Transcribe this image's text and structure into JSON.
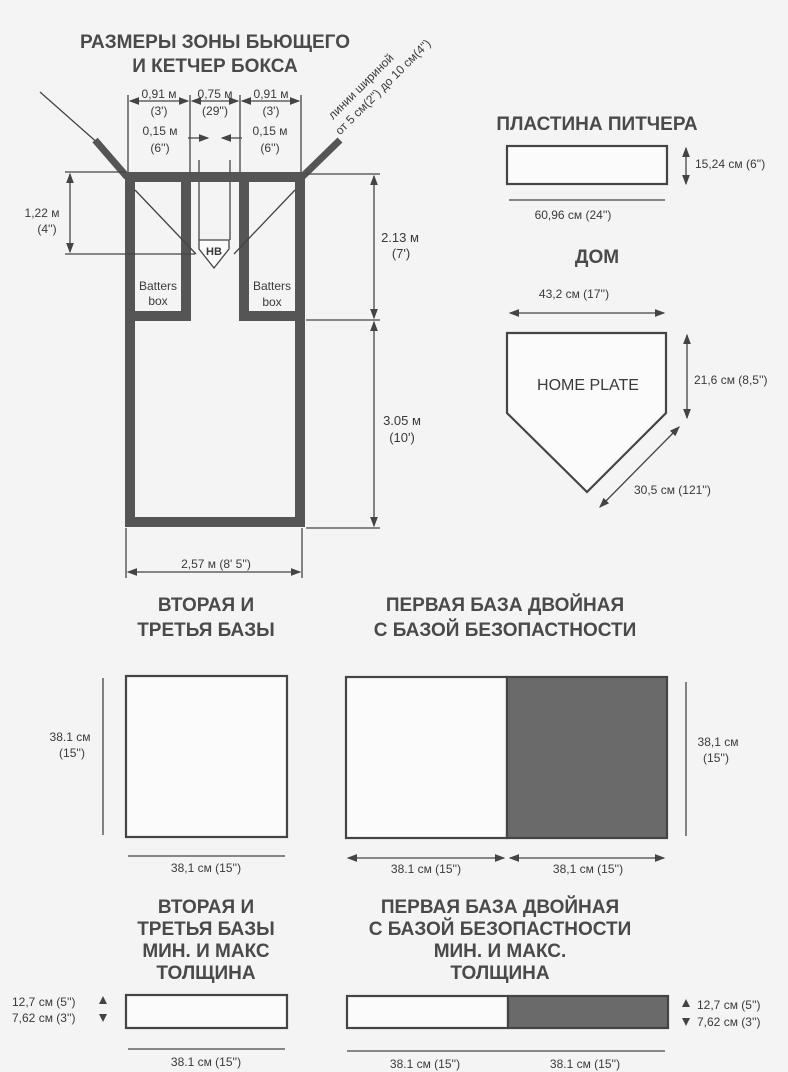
{
  "batter_catcher_box": {
    "title_line1": "РАЗМЕРЫ ЗОНЫ  БЬЮЩЕГО",
    "title_line2": "И  КЕТЧЕР БОКСА",
    "dim_top_left": "0,91 м",
    "dim_top_left_imp": "(3')",
    "dim_top_mid": "0,75 м",
    "dim_top_mid_imp": "(29'')",
    "dim_top_right": "0,91 м",
    "dim_top_right_imp": "(3')",
    "gap_left": "0,15 м",
    "gap_left_imp": "(6'')",
    "gap_right": "0,15 м",
    "gap_right_imp": "(6'')",
    "line_note_1": "линии шириной",
    "line_note_2": "от 5 см(2'') до 10 см(4'')",
    "dim_left": "1,22 м",
    "dim_left_imp": "(4'')",
    "dim_right_upper": "2.13 м",
    "dim_right_upper_imp": "(7')",
    "dim_right_lower": "3.05 м",
    "dim_right_lower_imp": "(10')",
    "dim_bottom": "2,57 м (8' 5'')",
    "home_base_label": "HB",
    "batters_box_left_1": "Batters",
    "batters_box_left_2": "box",
    "batters_box_right_1": "Batters",
    "batters_box_right_2": "box"
  },
  "pitcher_plate": {
    "title": "ПЛАСТИНА  ПИТЧЕРА",
    "height": "15,24 см (6'')",
    "width": "60,96 см (24'')"
  },
  "home_plate": {
    "title": "ДОМ",
    "width": "43,2 см (17'')",
    "label": "HOME PLATE",
    "side": "21,6 см (8,5'')",
    "diagonal": "30,5 см (121'')"
  },
  "second_third_bases": {
    "title_line1": "ВТОРАЯ И",
    "title_line2": "ТРЕТЬЯ БАЗЫ",
    "height_1": "38.1 см",
    "height_2": "(15'')",
    "width": "38,1 см (15'')"
  },
  "first_base_double": {
    "title_line1": "ПЕРВАЯ БАЗА ДВОЙНАЯ",
    "title_line2": "С БАЗОЙ БЕЗОПАСТНОСТИ",
    "height_1": "38,1 см",
    "height_2": "(15'')",
    "width_left": "38.1 см (15'')",
    "width_right": "38,1 см (15'')",
    "safety_color": "#6a6a6a"
  },
  "second_third_thickness": {
    "title_line1": "ВТОРАЯ И",
    "title_line2": "ТРЕТЬЯ БАЗЫ",
    "title_line3": "МИН. И МАКС",
    "title_line4": "ТОЛЩИНА",
    "max": "12,7 см (5'')",
    "min": "7,62 см (3'')",
    "width": "38.1 см (15'')"
  },
  "first_base_thickness": {
    "title_line1": "ПЕРВАЯ БАЗА ДВОЙНАЯ",
    "title_line2": "С БАЗОЙ БЕЗОПАСТНОСТИ",
    "title_line3": "МИН. И МАКС.",
    "title_line4": "ТОЛЩИНА",
    "max": "12,7 см (5'')",
    "min": "7,62 см (3'')",
    "width_left": "38.1 см (15'')",
    "width_right": "38.1 см (15'')"
  }
}
